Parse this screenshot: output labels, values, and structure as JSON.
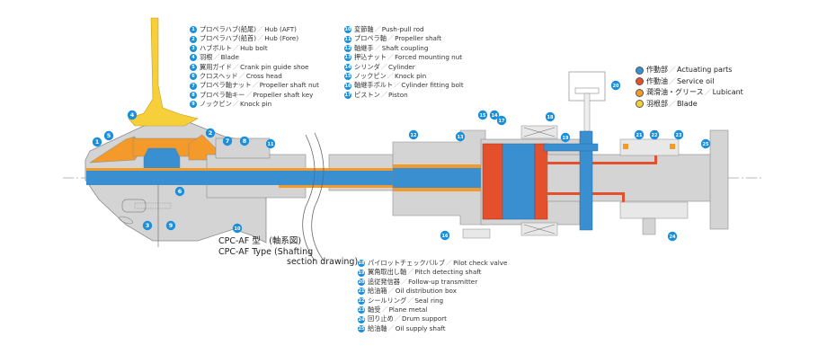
{
  "legend_top_left": [
    {
      "n": "1",
      "jp": "プロペラハブ(船尾)",
      "en": "Hub (AFT)"
    },
    {
      "n": "2",
      "jp": "プロペラハブ(船首)",
      "en": "Hub (Fore)"
    },
    {
      "n": "3",
      "jp": "ハブボルト",
      "en": "Hub bolt"
    },
    {
      "n": "4",
      "jp": "羽根",
      "en": "Blade"
    },
    {
      "n": "5",
      "jp": "翼用ガイド",
      "en": "Crank pin guide shoe"
    },
    {
      "n": "6",
      "jp": "クロスヘッド",
      "en": "Cross head"
    },
    {
      "n": "7",
      "jp": "プロペラ軸ナット",
      "en": "Propeller shaft nut"
    },
    {
      "n": "8",
      "jp": "プロペラ軸キー",
      "en": "Propeller shaft key"
    },
    {
      "n": "9",
      "jp": "ノックピン",
      "en": "Knock pin"
    }
  ],
  "legend_top_mid": [
    {
      "n": "10",
      "jp": "変節軸",
      "en": "Push-pull rod"
    },
    {
      "n": "11",
      "jp": "プロペラ軸",
      "en": "Propeller shaft"
    },
    {
      "n": "12",
      "jp": "軸継手",
      "en": "Shaft coupling"
    },
    {
      "n": "13",
      "jp": "押込ナット",
      "en": "Forced mounting nut"
    },
    {
      "n": "14",
      "jp": "シリンダ",
      "en": "Cylinder"
    },
    {
      "n": "15",
      "jp": "ノックピン",
      "en": "Knock pin"
    },
    {
      "n": "16",
      "jp": "軸継手ボルト",
      "en": "Cylinder fitting bolt"
    },
    {
      "n": "17",
      "jp": "ピストン",
      "en": "Piston"
    }
  ],
  "legend_bottom": [
    {
      "n": "18",
      "jp": "パイロットチェックバルブ",
      "en": "Pilot check valve"
    },
    {
      "n": "19",
      "jp": "翼角取出し軸",
      "en": "Pitch detecting shaft"
    },
    {
      "n": "20",
      "jp": "追従発信器",
      "en": "Follow-up transmitter"
    },
    {
      "n": "21",
      "jp": "給油箱",
      "en": "Oil distribution box"
    },
    {
      "n": "22",
      "jp": "シールリング",
      "en": "Seal ring"
    },
    {
      "n": "23",
      "jp": "軸受",
      "en": "Plane metal"
    },
    {
      "n": "24",
      "jp": "回り止め",
      "en": "Drum support"
    },
    {
      "n": "25",
      "jp": "給油軸",
      "en": "Oil supply shaft"
    }
  ],
  "color_key": [
    {
      "jp": "作動部",
      "en": "Actuating parts",
      "color": "#3a8fd0"
    },
    {
      "jp": "作動油",
      "en": "Service oil",
      "color": "#e5502c"
    },
    {
      "jp": "潤滑油・グリース",
      "en": "Lubicant",
      "color": "#f39a2a"
    },
    {
      "jp": "羽根部",
      "en": "Blade",
      "color": "#f6cf3a"
    }
  ],
  "separator": "／",
  "title": {
    "line1": "CPC-AF 型　(軸系図)",
    "line2": "CPC-AF Type (Shafting",
    "line3": "section drawing)"
  },
  "callouts": [
    "1",
    "2",
    "3",
    "4",
    "5",
    "6",
    "7",
    "8",
    "9",
    "10",
    "11",
    "12",
    "13",
    "14",
    "15",
    "16",
    "17",
    "18",
    "19",
    "20",
    "21",
    "22",
    "23",
    "24",
    "25"
  ],
  "colors": {
    "body": "#d4d4d4",
    "outline": "#8a8a8a",
    "actuating": "#3a8fd0",
    "oil": "#e5502c",
    "lube": "#f39a2a",
    "blade": "#f6cf3a",
    "callout": "#1a8fdc"
  }
}
